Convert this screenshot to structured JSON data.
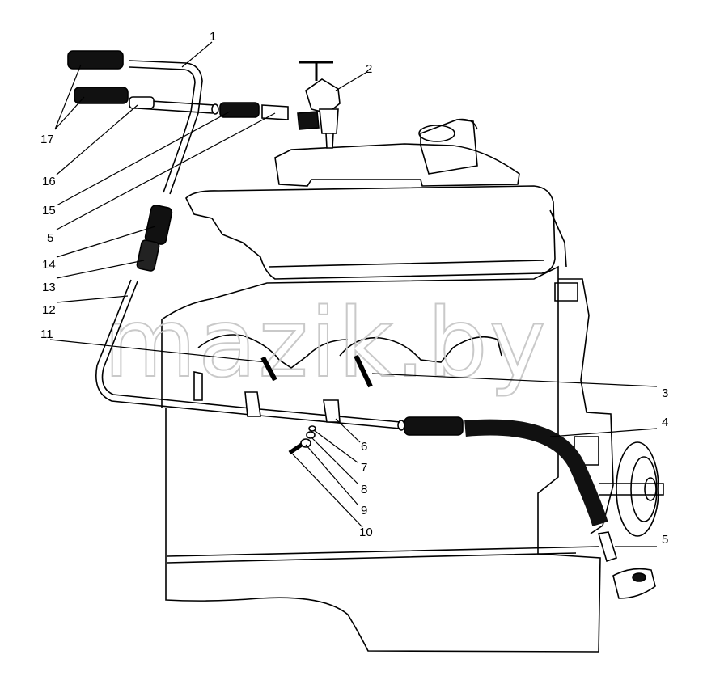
{
  "watermark": "mazik.by",
  "callouts": {
    "c1": "1",
    "c2": "2",
    "c3": "3",
    "c4": "4",
    "c5a": "5",
    "c5b": "5",
    "c6": "6",
    "c7": "7",
    "c8": "8",
    "c9": "9",
    "c10": "10",
    "c11": "11",
    "c12": "12",
    "c13": "13",
    "c14": "14",
    "c15": "15",
    "c16": "16",
    "c17": "17"
  },
  "colors": {
    "line": "#000000",
    "hose": "#111111",
    "watermark": "#c9c9c9"
  }
}
